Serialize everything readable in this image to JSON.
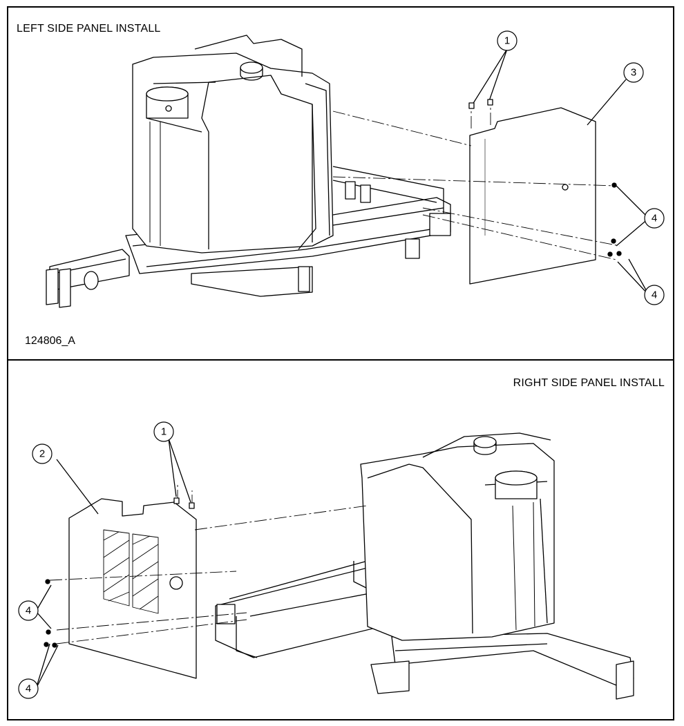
{
  "top_panel": {
    "title": "LEFT SIDE PANEL INSTALL",
    "drawing_id": "124806_A",
    "callouts": [
      "1",
      "3",
      "4",
      "4"
    ]
  },
  "bottom_panel": {
    "title": "RIGHT SIDE PANEL INSTALL",
    "callouts": [
      "1",
      "2",
      "4",
      "4"
    ]
  }
}
